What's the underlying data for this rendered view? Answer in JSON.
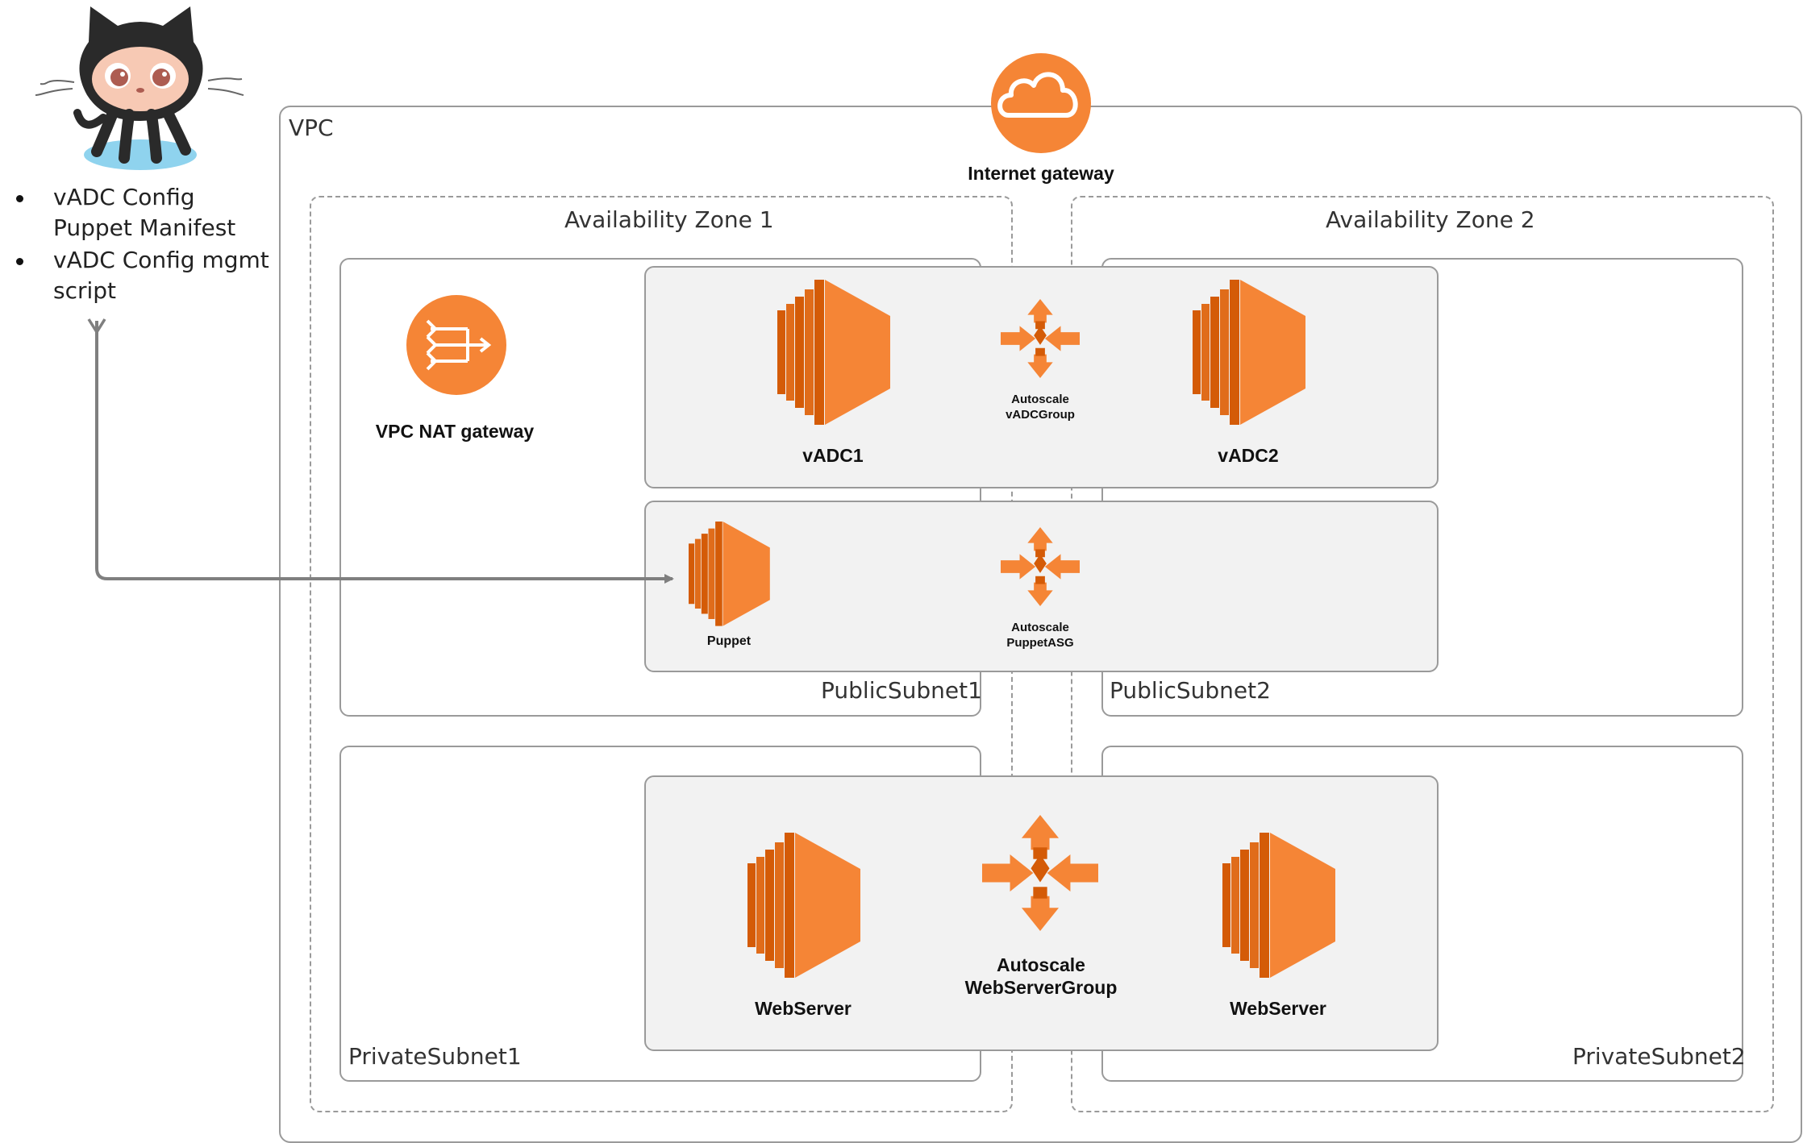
{
  "colors": {
    "accent": "#f58536",
    "accent_dark": "#d45b07",
    "accent_mid": "#e87a2a",
    "border": "#9a9a9a",
    "group_fill": "#f2f2f2",
    "arrow": "#7f7f7f"
  },
  "repo": {
    "icon": "github-octocat-icon",
    "items": [
      "vADC Config Puppet Manifest",
      "vADC Config mgmt script"
    ]
  },
  "vpc": {
    "label": "VPC"
  },
  "internet_gateway": {
    "label": "Internet gateway",
    "icon": "cloud-icon"
  },
  "zones": {
    "az1": "Availability Zone 1",
    "az2": "Availability Zone 2"
  },
  "subnets": {
    "public1": "PublicSubnet1",
    "public2": "PublicSubnet2",
    "private1": "PrivateSubnet1",
    "private2": "PrivateSubnet2"
  },
  "nat_gateway": {
    "label": "VPC NAT gateway",
    "icon": "nat-gateway-icon"
  },
  "vadc_group": {
    "autoscale_line1": "Autoscale",
    "autoscale_line2": "vADCGroup",
    "instance1": "vADC1",
    "instance2": "vADC2"
  },
  "puppet_group": {
    "instance": "Puppet",
    "autoscale_line1": "Autoscale",
    "autoscale_line2": "PuppetASG"
  },
  "web_group": {
    "instance1": "WebServer",
    "instance2": "WebServer",
    "autoscale_line1": "Autoscale",
    "autoscale_line2": "WebServerGroup"
  }
}
